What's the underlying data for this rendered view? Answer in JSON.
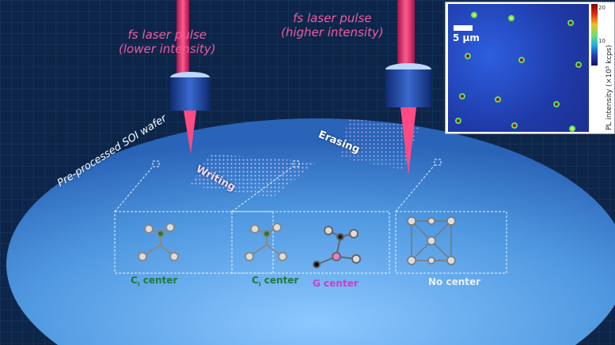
{
  "labels": {
    "pulse_low": "fs laser pulse\n(lower intensity)",
    "pulse_high": "fs laser pulse\n(higher intensity)",
    "wafer": "Pre-processed SOI wafer",
    "writing": "Writing",
    "erasing": "Erasing"
  },
  "centers": [
    {
      "name": "Ci center",
      "base": "C",
      "sub": "i",
      "suffix": " center",
      "color": "#1e7a3c"
    },
    {
      "name": "Ci center",
      "base": "C",
      "sub": "i",
      "suffix": " center",
      "color": "#1e7a3c"
    },
    {
      "name": "G center",
      "base": "G",
      "sub": "",
      "suffix": " center",
      "color": "#d23cc8"
    },
    {
      "name": "No center",
      "base": "No",
      "sub": "",
      "suffix": " center",
      "color": "#e8f2ff"
    }
  ],
  "inset": {
    "scale_bar": "5 µm",
    "colorbar_max": "20",
    "colorbar_mid": "10",
    "colorbar_label": "PL intensity (×10³ kcps)"
  },
  "colors": {
    "background": "#0d2548",
    "wafer": "#5ea8ec",
    "laser": "#e8326e"
  }
}
